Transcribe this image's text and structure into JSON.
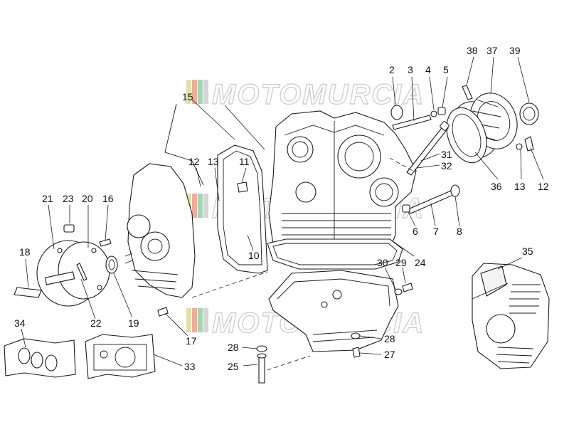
{
  "diagram": {
    "watermark": {
      "text": "MOTOMURCIA",
      "colors": [
        "#d9dfa0",
        "#f2a48f",
        "#9ed0b0",
        "#d2d2d2"
      ]
    },
    "callouts": [
      {
        "id": "c15",
        "label": "15"
      },
      {
        "id": "c2",
        "label": "2"
      },
      {
        "id": "c3",
        "label": "3"
      },
      {
        "id": "c4",
        "label": "4"
      },
      {
        "id": "c5",
        "label": "5"
      },
      {
        "id": "c38",
        "label": "38"
      },
      {
        "id": "c37",
        "label": "37"
      },
      {
        "id": "c39",
        "label": "39"
      },
      {
        "id": "c12a",
        "label": "12"
      },
      {
        "id": "c13a",
        "label": "13"
      },
      {
        "id": "c11",
        "label": "11"
      },
      {
        "id": "c31",
        "label": "31"
      },
      {
        "id": "c32",
        "label": "32"
      },
      {
        "id": "c36",
        "label": "36"
      },
      {
        "id": "c13b",
        "label": "13"
      },
      {
        "id": "c12b",
        "label": "12"
      },
      {
        "id": "c21",
        "label": "21"
      },
      {
        "id": "c23",
        "label": "23"
      },
      {
        "id": "c20",
        "label": "20"
      },
      {
        "id": "c16",
        "label": "16"
      },
      {
        "id": "c6",
        "label": "6"
      },
      {
        "id": "c7",
        "label": "7"
      },
      {
        "id": "c8",
        "label": "8"
      },
      {
        "id": "c18",
        "label": "18"
      },
      {
        "id": "c10",
        "label": "10"
      },
      {
        "id": "c35",
        "label": "35"
      },
      {
        "id": "c30",
        "label": "30"
      },
      {
        "id": "c29",
        "label": "29"
      },
      {
        "id": "c24",
        "label": "24"
      },
      {
        "id": "c22",
        "label": "22"
      },
      {
        "id": "c19",
        "label": "19"
      },
      {
        "id": "c34",
        "label": "34"
      },
      {
        "id": "c17",
        "label": "17"
      },
      {
        "id": "c28a",
        "label": "28"
      },
      {
        "id": "c28b",
        "label": "28"
      },
      {
        "id": "c27",
        "label": "27"
      },
      {
        "id": "c33",
        "label": "33"
      },
      {
        "id": "c25",
        "label": "25"
      }
    ]
  }
}
